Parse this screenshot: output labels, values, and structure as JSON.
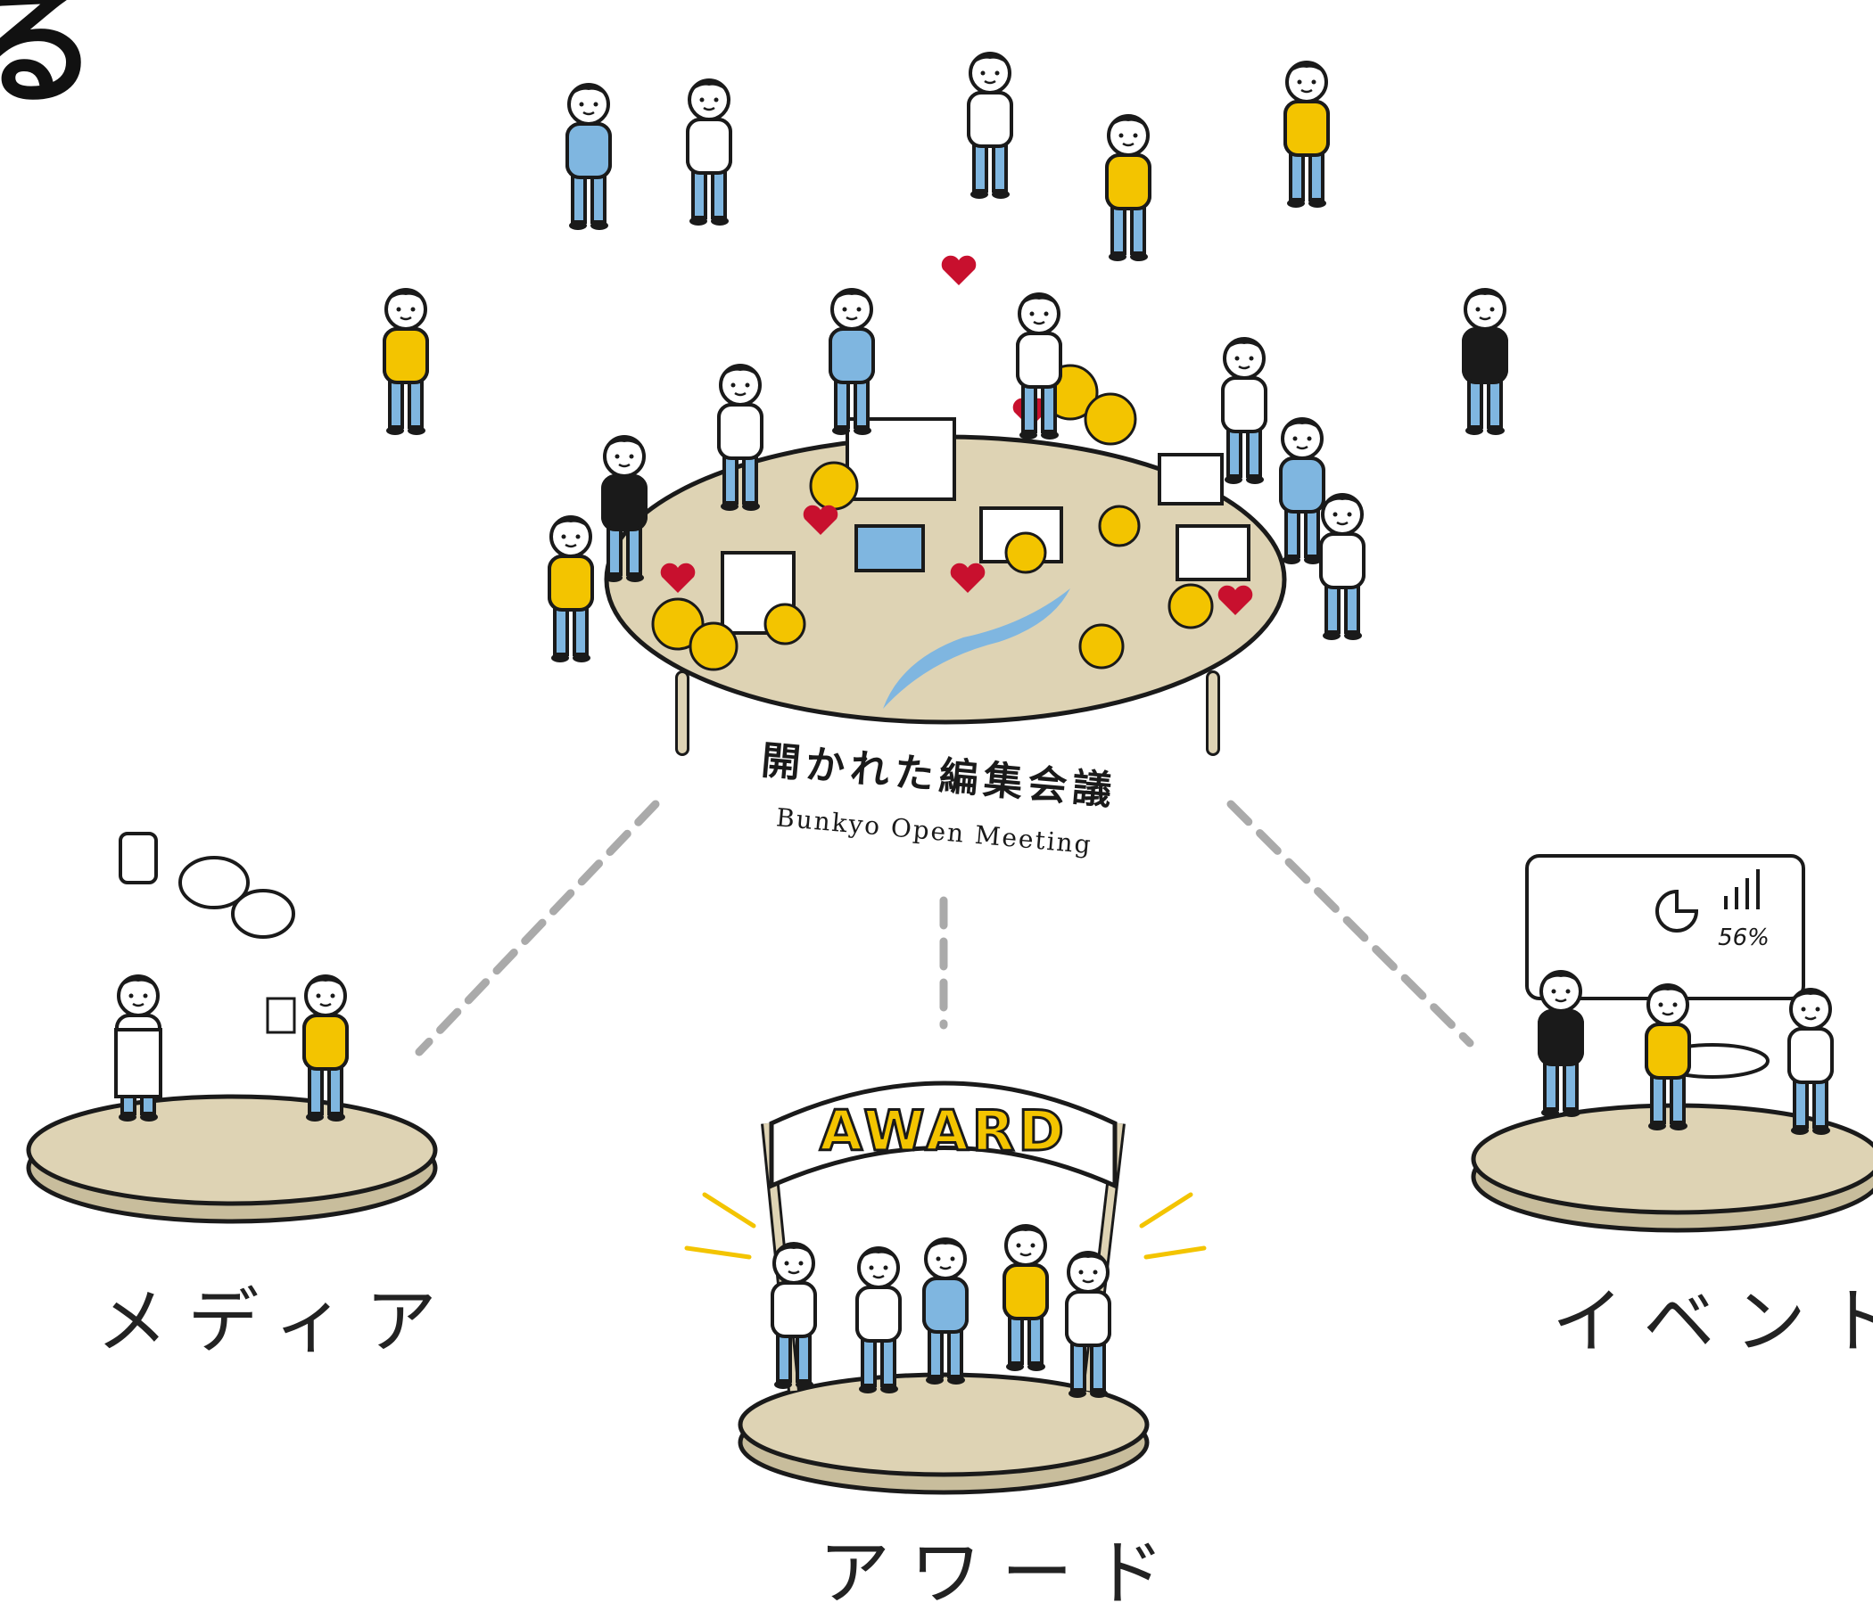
{
  "corner_glyph": "る",
  "center": {
    "title": "開かれた編集会議",
    "subtitle": "Bunkyo Open Meeting"
  },
  "award_banner": "AWARD",
  "event_board_percent": "56%",
  "labels": {
    "media": "メディア",
    "award": "アワード",
    "event": "イベント"
  },
  "colors": {
    "ink": "#1a1a1a",
    "yellow": "#f3c400",
    "blue": "#7fb6e0",
    "table": "#ded3b4",
    "heart": "#c8102e",
    "dash": "#aaaaaa"
  }
}
